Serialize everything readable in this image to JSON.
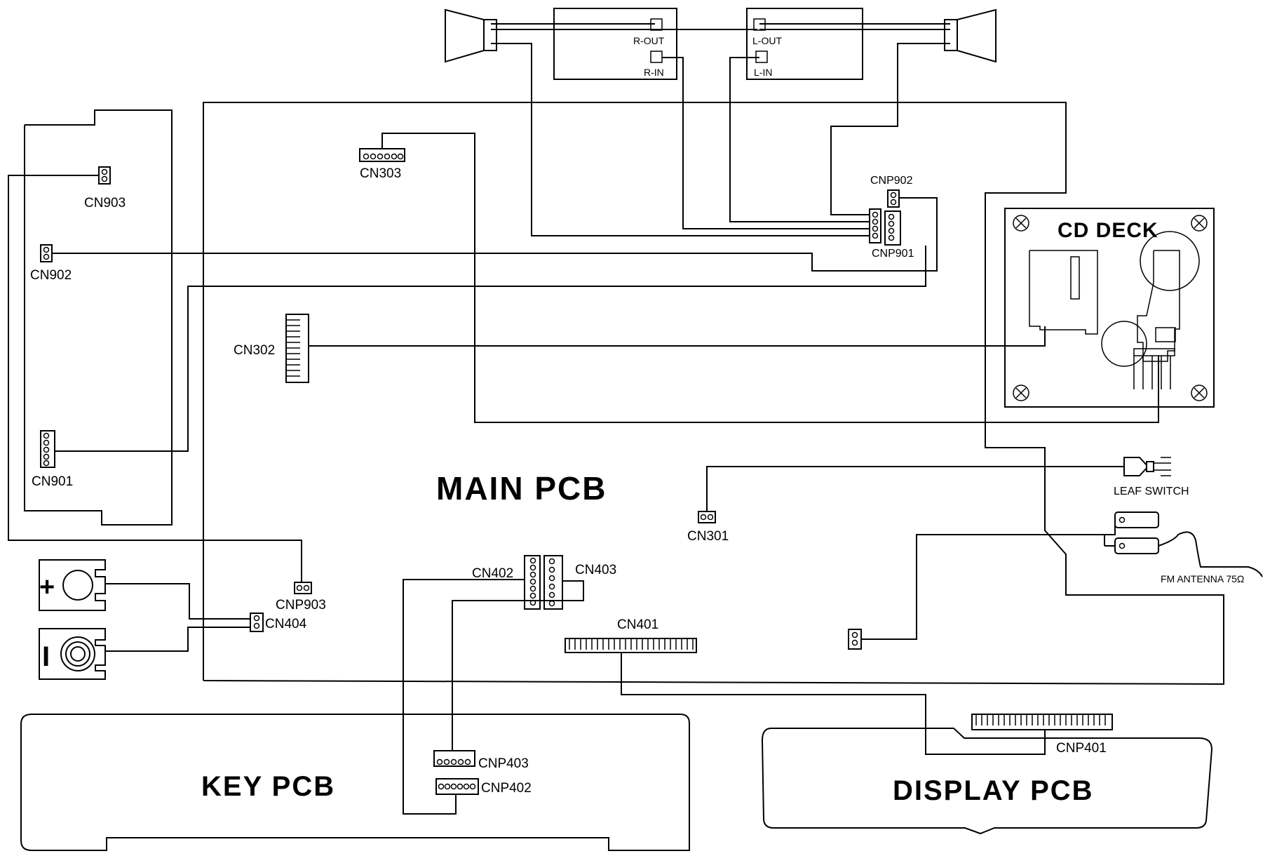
{
  "boards": {
    "main": "MAIN PCB",
    "key": "KEY PCB",
    "display": "DISPLAY PCB",
    "cd_deck": "CD DECK"
  },
  "amp_labels": {
    "r_out": "R-OUT",
    "r_in": "R-IN",
    "l_out": "L-OUT",
    "l_in": "L-IN"
  },
  "connectors": {
    "cn903": "CN903",
    "cn902": "CN902",
    "cn901": "CN901",
    "cn303": "CN303",
    "cn302": "CN302",
    "cnp902": "CNP902",
    "cnp901": "CNP901",
    "cn301": "CN301",
    "cnp903": "CNP903",
    "cn404": "CN404",
    "cn402": "CN402",
    "cn403": "CN403",
    "cn401": "CN401",
    "cnp403": "CNP403",
    "cnp402": "CNP402",
    "cnp401": "CNP401"
  },
  "parts": {
    "leaf_switch": "LEAF SWITCH",
    "fm_antenna": "FM ANTENNA 75Ω",
    "plus_symbol": "+",
    "minus_symbol": "I"
  }
}
